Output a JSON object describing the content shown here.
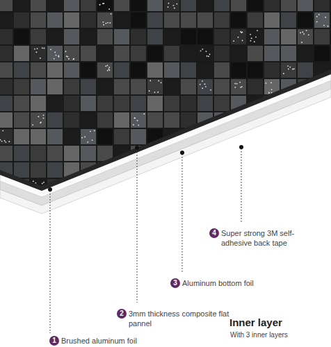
{
  "diagram": {
    "labels": [
      "1",
      "Brushed aluminum foil",
      "2",
      "3mm thickness composite flat pannel",
      "3",
      "Aluminum bottom foil",
      "4",
      "Super strong 3M self-adhesive back tape",
      "Inner layer",
      "With 3 inner layers"
    ]
  }
}
